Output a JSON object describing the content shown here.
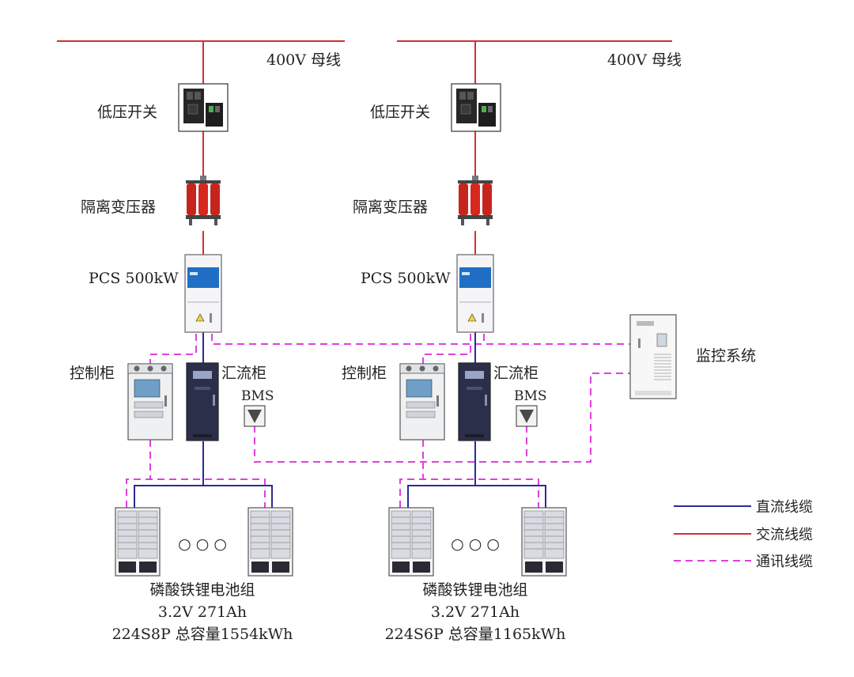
{
  "systems": [
    {
      "bus_label": "400V  母线",
      "switch_label": "低压开关",
      "transformer_label": "隔离变压器",
      "pcs_label": "PCS  500kW",
      "control_label": "控制柜",
      "combiner_label": "汇流柜",
      "bms_label": "BMS",
      "ellipsis": "○ ○ ○",
      "battery_name": "磷酸铁锂电池组",
      "battery_cell": "3.2V  271Ah",
      "battery_config": "224S8P  总容量1554kWh"
    },
    {
      "bus_label": "400V  母线",
      "switch_label": "低压开关",
      "transformer_label": "隔离变压器",
      "pcs_label": "PCS  500kW",
      "control_label": "控制柜",
      "combiner_label": "汇流柜",
      "bms_label": "BMS",
      "ellipsis": "○ ○ ○",
      "battery_name": "磷酸铁锂电池组",
      "battery_cell": "3.2V  271Ah",
      "battery_config": "224S6P  总容量1165kWh"
    }
  ],
  "monitor_label": "监控系统",
  "legend": [
    {
      "label": "直流线缆",
      "color": "#2b2b9a",
      "style": "solid"
    },
    {
      "label": "交流线缆",
      "color": "#d32f2f",
      "style": "solid"
    },
    {
      "label": "通讯线缆",
      "color": "#e040e0",
      "style": "dashed"
    }
  ],
  "colors": {
    "dc": "#2b2b9a",
    "ac": "#d32f2f",
    "comm": "#e040e0",
    "pcs_accent": "#1f6fc4",
    "transformer": "#c8241e"
  }
}
